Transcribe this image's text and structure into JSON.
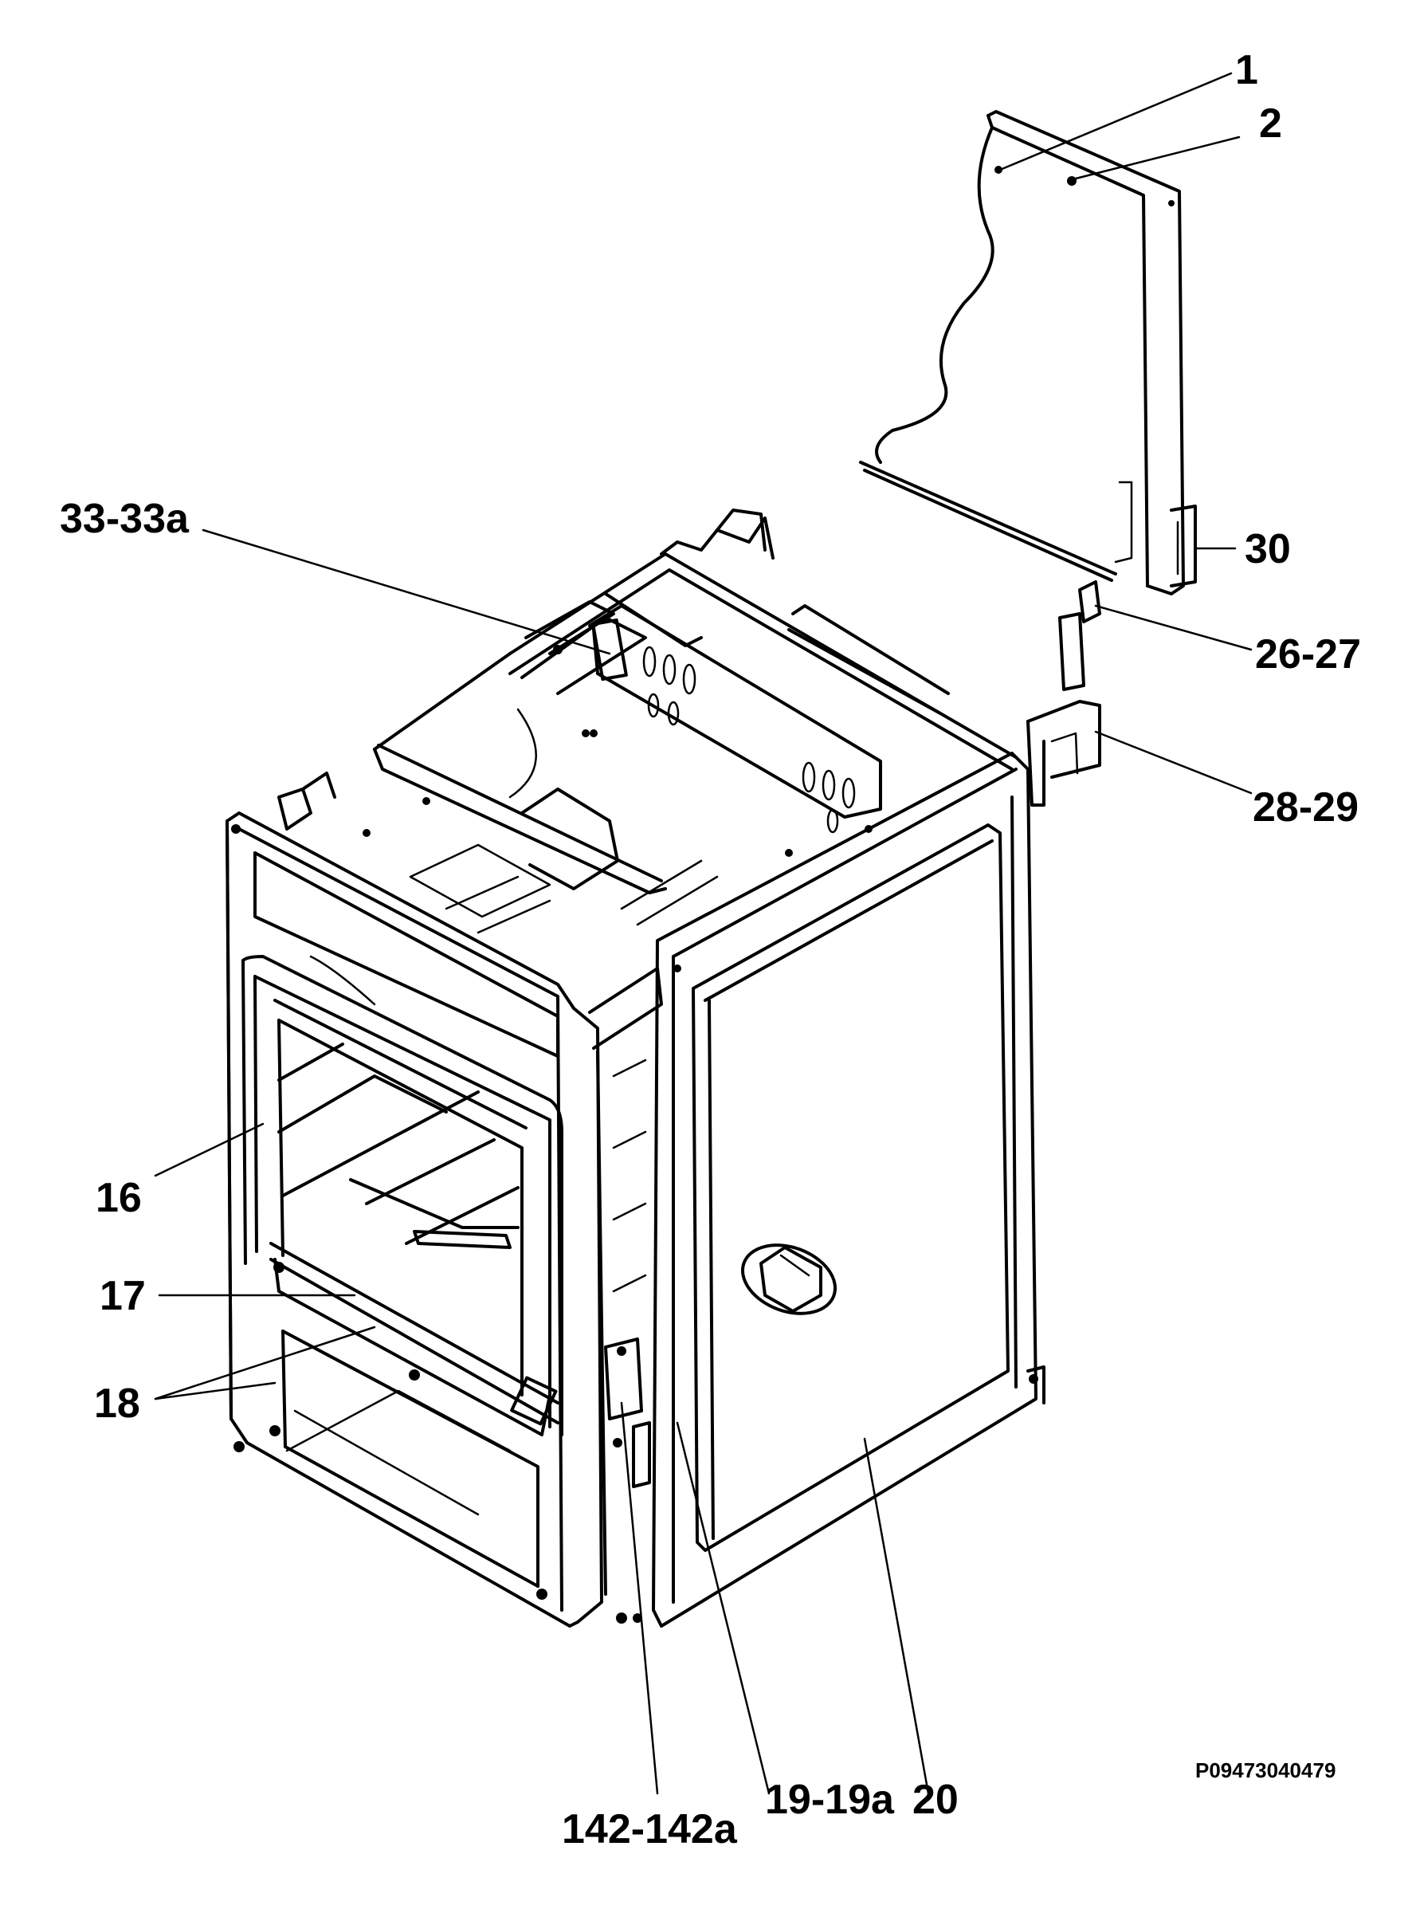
{
  "diagram": {
    "callouts": [
      {
        "id": "c1",
        "label": "1"
      },
      {
        "id": "c2",
        "label": "2"
      },
      {
        "id": "c30",
        "label": "30"
      },
      {
        "id": "c26",
        "label": "26-27"
      },
      {
        "id": "c28",
        "label": "28-29"
      },
      {
        "id": "c33",
        "label": "33-33a"
      },
      {
        "id": "c16",
        "label": "16"
      },
      {
        "id": "c17",
        "label": "17"
      },
      {
        "id": "c18",
        "label": "18"
      },
      {
        "id": "c142",
        "label": "142-142a"
      },
      {
        "id": "c19",
        "label": "19-19a"
      },
      {
        "id": "c20",
        "label": "20"
      }
    ],
    "drawing_code": "P09473040479"
  }
}
